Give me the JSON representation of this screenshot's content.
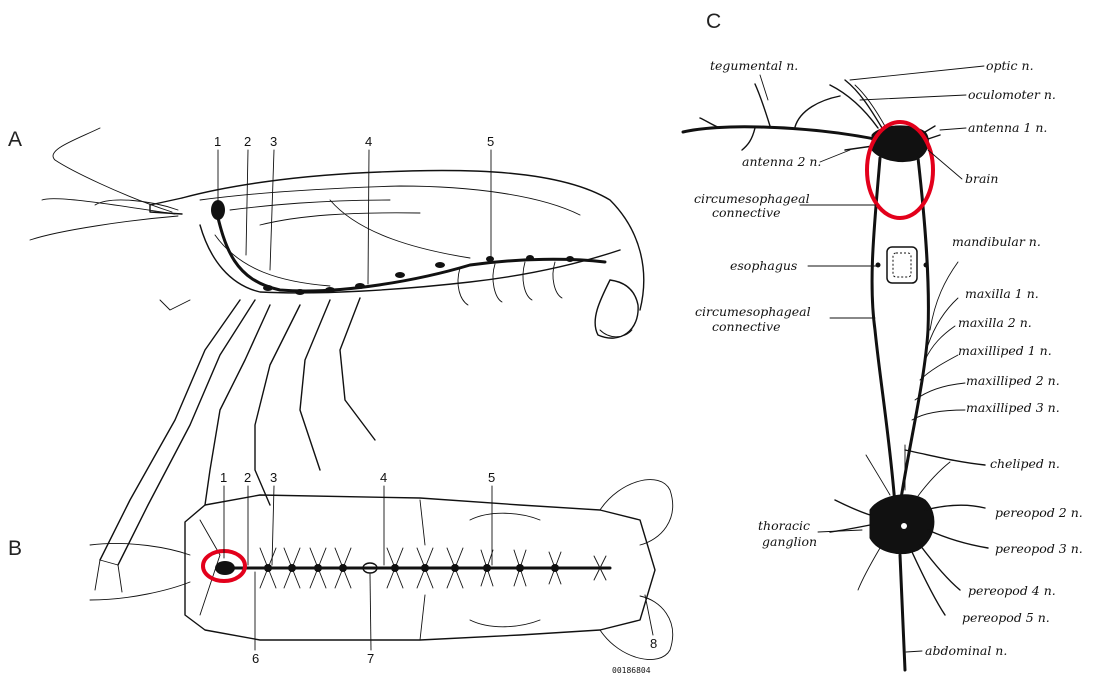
{
  "panels": {
    "a": "A",
    "b": "B",
    "c": "C"
  },
  "panel_a_numbers": [
    "1",
    "2",
    "3",
    "4",
    "5"
  ],
  "panel_b_numbers": [
    "1",
    "2",
    "3",
    "4",
    "5",
    "6",
    "7",
    "8"
  ],
  "figure_code": "00186804",
  "nerve_labels": {
    "tegumental": "tegumental n.",
    "optic": "optic n.",
    "oculomotor": "oculomoter n.",
    "antenna1": "antenna 1 n.",
    "antenna2": "antenna 2 n.",
    "brain": "brain",
    "circumesophageal_top_l1": "circumesophageal",
    "circumesophageal_top_l2": "connective",
    "esophagus": "esophagus",
    "mandibular": "mandibular n.",
    "maxilla1": "maxilla 1 n.",
    "maxilla2": "maxilla 2 n.",
    "circumesophageal_mid_l1": "circumesophageal",
    "circumesophageal_mid_l2": "connective",
    "maxilliped1": "maxilliped 1 n.",
    "maxilliped2": "maxilliped 2 n.",
    "maxilliped3": "maxilliped 3 n.",
    "cheliped": "cheliped n.",
    "thoracic_l1": "thoracic",
    "thoracic_l2": "ganglion",
    "pereopod2": "pereopod 2 n.",
    "pereopod3": "pereopod 3 n.",
    "pereopod4": "pereopod 4 n.",
    "pereopod5": "pereopod 5 n.",
    "abdominal": "abdominal n."
  },
  "highlight_color": "#e3001b"
}
